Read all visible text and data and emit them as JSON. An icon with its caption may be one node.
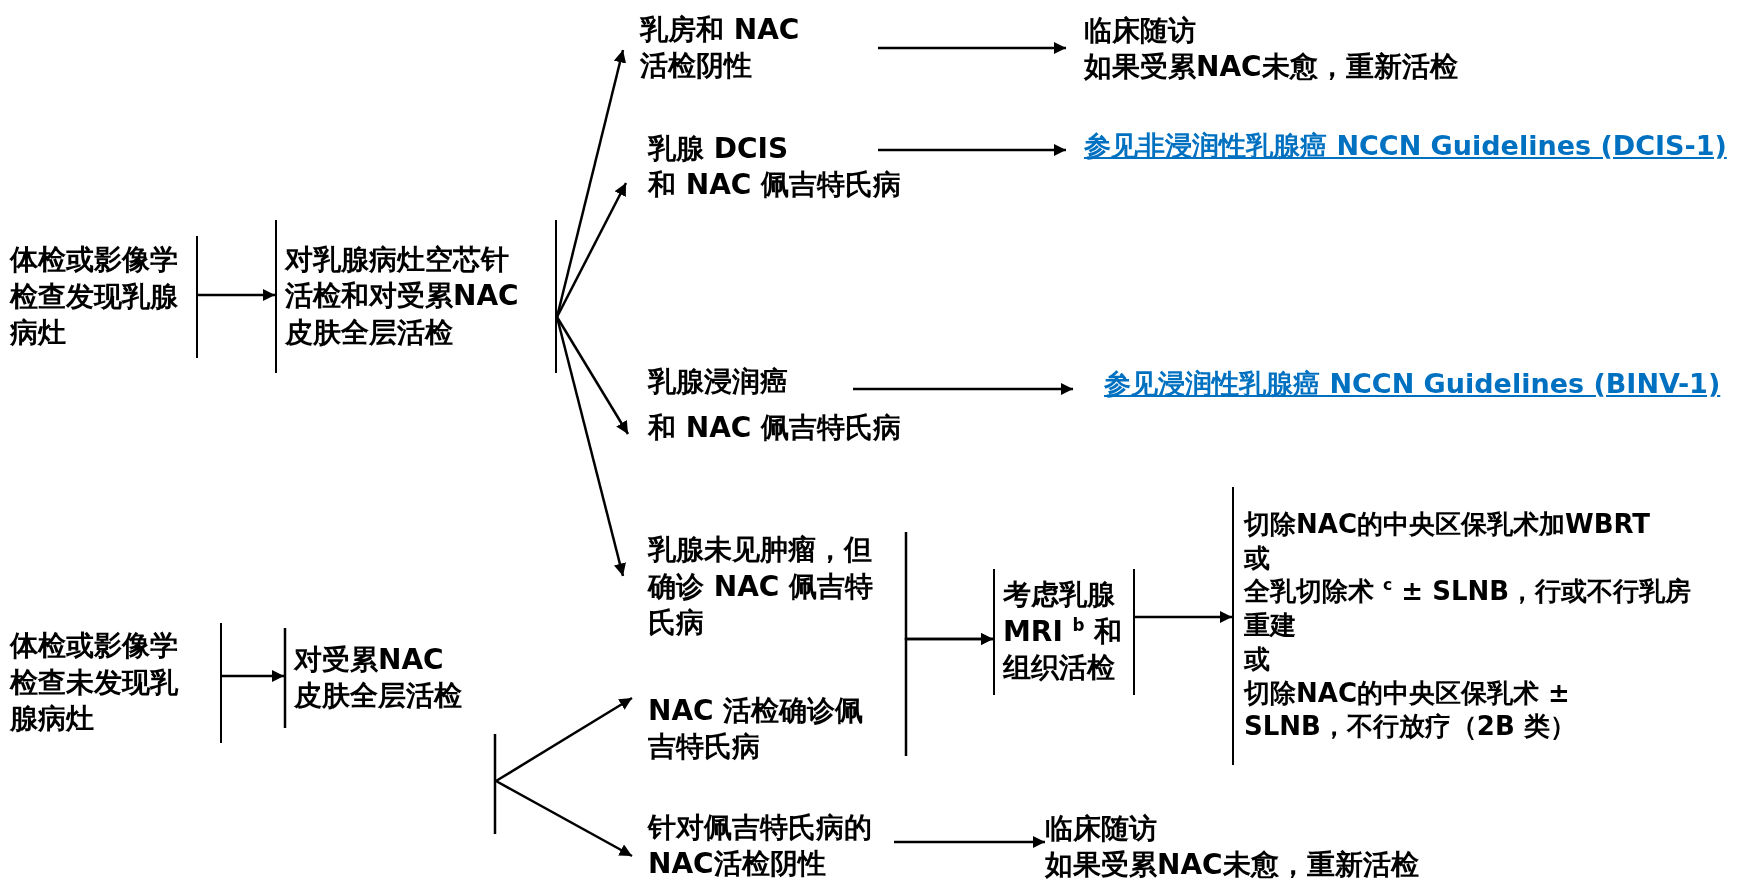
{
  "diagram": {
    "nodes": [
      {
        "text": [
          "体检或影像学检查发现乳腺病灶"
        ]
      },
      {
        "text": [
          "对乳腺病灶空芯针活检和对受累NAC皮肤全层活检"
        ]
      },
      {
        "text": [
          "乳房和 NAC 活检阴性"
        ]
      },
      {
        "text": [
          "乳腺 DCIS",
          "和 NAC 佩吉特氏病"
        ]
      },
      {
        "text": [
          "乳腺浸润癌",
          "和 NAC 佩吉特氏病"
        ]
      },
      {
        "text": [
          "乳腺未见肿瘤，但确诊 NAC 佩吉特氏病"
        ]
      },
      {
        "text": [
          "NAC 活检确诊佩吉特氏病"
        ]
      },
      {
        "text": [
          "针对佩吉特氏病的NAC活检阴性"
        ]
      },
      {
        "text": [
          "考虑乳腺 MRI $^{b}$ 和组织活检"
        ]
      },
      {
        "text": [
          "切除NAC的中央区保乳术加WBRT",
          "或",
          "全乳切除术 $^{c}$ ± SLNB，行或不行乳房重建",
          "或",
          "切除NAC的中央区保乳术 ± SLNB，不行放疗（2B 类）"
        ]
      },
      {
        "text": [
          "临床随访",
          "如果受累NAC未愈，重新活检"
        ]
      },
      {
        "text": [
          "参见非浸润性乳腺癌 NCCN Guidelines (DCIS-1)"
        ]
      },
      {
        "text": [
          "参见浸润性乳腺癌 NCCN Guidelines (BINV-1)"
        ]
      },
      {
        "text": [
          "体检或影像学检查未发现乳腺病灶"
        ]
      },
      {
        "text": [
          "对受累NAC皮肤全层活检"
        ]
      },
      {
        "text": [
          "临床随访",
          "如果受累NAC未愈，重新活检"
        ]
      }
    ],
    "edges": [
      {
        "from": 0,
        "to": 1,
        "arrow": "to"
      },
      {
        "from": 1,
        "to": 2,
        "arrow": "to"
      },
      {
        "from": 1,
        "to": 3,
        "arrow": "to"
      },
      {
        "from": 1,
        "to": 4,
        "arrow": "to"
      },
      {
        "from": 1,
        "to": 5,
        "arrow": "to"
      },
      {
        "from": 2,
        "to": 10,
        "arrow": "to"
      },
      {
        "from": 3,
        "to": 11,
        "arrow": "to"
      },
      {
        "from": 4,
        "to": 12,
        "arrow": "to"
      },
      {
        "from": 5,
        "to": 8,
        "arrow": "to"
      },
      {
        "from": 6,
        "to": 8,
        "arrow": "to"
      },
      {
        "from": 8,
        "to": 9,
        "arrow": "to"
      },
      {
        "from": 13,
        "to": 14,
        "arrow": "to"
      },
      {
        "from": 14,
        "to": 6,
        "arrow": "to"
      },
      {
        "from": 14,
        "to": 7,
        "arrow": "to"
      },
      {
        "from": 7,
        "to": 15,
        "arrow": "to"
      }
    ]
  }
}
